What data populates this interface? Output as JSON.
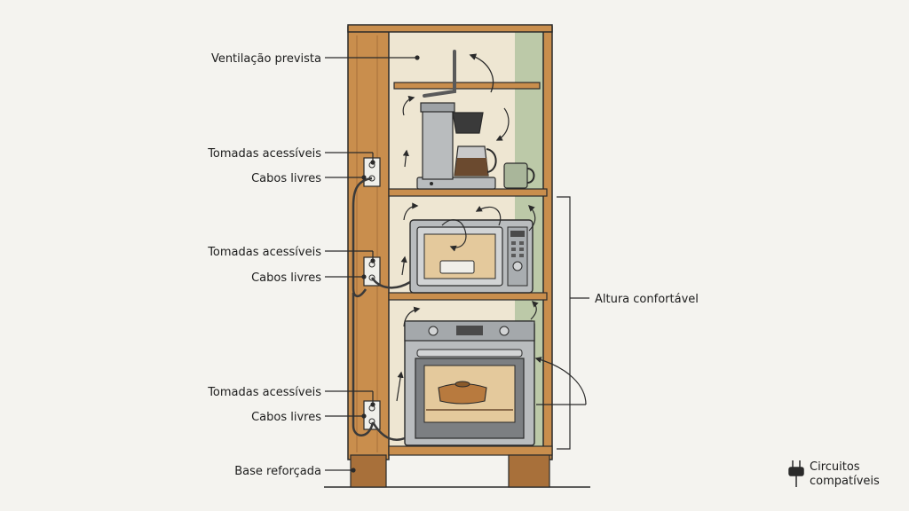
{
  "labels": {
    "ventilation": "Ventilação prevista",
    "outlets_top": "Tomadas acessíveis",
    "cables_top": "Cabos livres",
    "outlets_mid": "Tomadas acessíveis",
    "cables_mid": "Cabos livres",
    "outlets_bottom": "Tomadas acessíveis",
    "cables_bottom": "Cabos livres",
    "base": "Base reforçada",
    "comfort_height": "Altura confortável"
  },
  "legend": {
    "icon": "plug-icon",
    "line1": "Circuitos",
    "line2": "compatíveis"
  },
  "appliances": [
    "coffee-maker",
    "mug",
    "microwave",
    "oven"
  ],
  "colors": {
    "background": "#f4f3ef",
    "wood": "#c98e4d",
    "wood_dark": "#a8703a",
    "interior": "#eee6d2",
    "back_panel": "#bcc9a8",
    "steel": "#b9bcbe",
    "ink": "#2a2a2a"
  }
}
